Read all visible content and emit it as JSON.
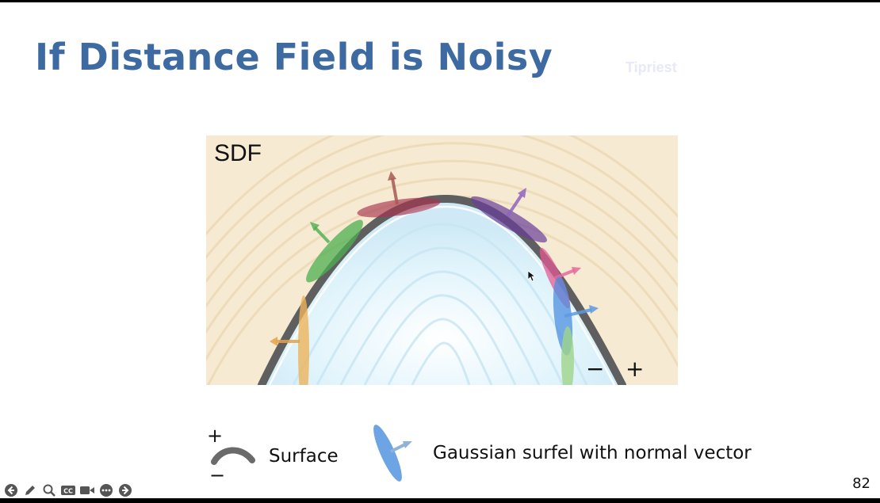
{
  "slide": {
    "title": "If Distance Field is Noisy",
    "watermark": "Tipriest",
    "page_number": "82"
  },
  "figure": {
    "sdf_label": "SDF",
    "inside_sign": "−",
    "outside_sign": "+"
  },
  "legend": {
    "surface_plus": "+",
    "surface_minus": "−",
    "surface_label": "Surface",
    "surfel_label": "Gaussian surfel with normal vector"
  },
  "colors": {
    "title": "#3d6aa1",
    "outside_field": "#f5e6c8",
    "inside_field": "#dff3fb",
    "surface_curve": "#5f5f5f",
    "surfel_orange": "#eeb35a",
    "surfel_green": "#57b857",
    "surfel_red": "#b04a5d",
    "surfel_purple": "#7a4fa6",
    "surfel_pink": "#e1689a",
    "surfel_blue": "#5d9ae0",
    "surfel_lightgreen": "#9fd48a"
  },
  "toolbar": {
    "buttons": [
      "previous-icon",
      "pen-icon",
      "zoom-icon",
      "captions-icon",
      "video-icon",
      "more-icon",
      "next-icon"
    ]
  }
}
